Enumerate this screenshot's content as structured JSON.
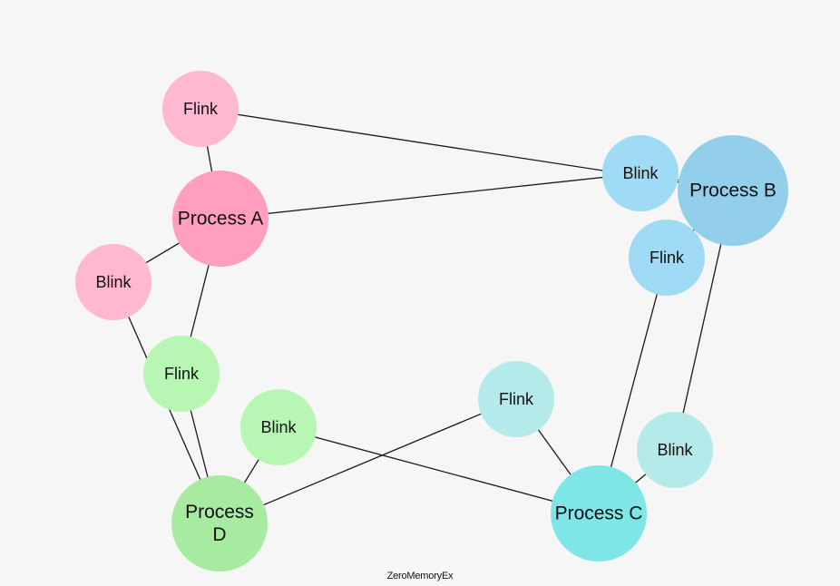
{
  "colors": {
    "background": "#f6f6f6",
    "process_a": "#ff9ebe",
    "process_a_links": "#ffb8d2",
    "process_b": "#93cfea",
    "process_b_links": "#a0dbf6",
    "process_c": "#7fe6e7",
    "process_c_links": "#b5eaea",
    "process_d": "#a7eba1",
    "process_d_links": "#b8f6b4",
    "edge": "#1a1a1a"
  },
  "nodes": [
    {
      "id": "process-a",
      "label": [
        "Process A"
      ],
      "color_key": "process_a"
    },
    {
      "id": "process-a-flink",
      "label": [
        "Flink"
      ],
      "color_key": "process_a_links"
    },
    {
      "id": "process-a-blink",
      "label": [
        "Blink"
      ],
      "color_key": "process_a_links"
    },
    {
      "id": "process-b",
      "label": [
        "Process B"
      ],
      "color_key": "process_b"
    },
    {
      "id": "process-b-blink",
      "label": [
        "Blink"
      ],
      "color_key": "process_b_links"
    },
    {
      "id": "process-b-flink",
      "label": [
        "Flink"
      ],
      "color_key": "process_b_links"
    },
    {
      "id": "process-c",
      "label": [
        "Process C"
      ],
      "color_key": "process_c"
    },
    {
      "id": "process-c-flink",
      "label": [
        "Flink"
      ],
      "color_key": "process_c_links"
    },
    {
      "id": "process-c-blink",
      "label": [
        "Blink"
      ],
      "color_key": "process_c_links"
    },
    {
      "id": "process-d",
      "label": [
        "Process",
        "D"
      ],
      "color_key": "process_d"
    },
    {
      "id": "process-d-flink",
      "label": [
        "Flink"
      ],
      "color_key": "process_d_links"
    },
    {
      "id": "process-d-blink",
      "label": [
        "Blink"
      ],
      "color_key": "process_d_links"
    }
  ],
  "edges": [
    [
      "process-a-flink",
      "process-a"
    ],
    [
      "process-a-flink",
      "process-b"
    ],
    [
      "process-a",
      "process-b-blink"
    ],
    [
      "process-a",
      "process-a-blink"
    ],
    [
      "process-a",
      "process-d-flink"
    ],
    [
      "process-a-blink",
      "process-d"
    ],
    [
      "process-b-blink",
      "process-b"
    ],
    [
      "process-b",
      "process-b-flink"
    ],
    [
      "process-b",
      "process-c-blink"
    ],
    [
      "process-b-flink",
      "process-c"
    ],
    [
      "process-c-flink",
      "process-c"
    ],
    [
      "process-c-flink",
      "process-d"
    ],
    [
      "process-c-blink",
      "process-c"
    ],
    [
      "process-d-blink",
      "process-c"
    ],
    [
      "process-d-flink",
      "process-d"
    ],
    [
      "process-d-blink",
      "process-d"
    ]
  ],
  "credit": "ZeroMemoryEx"
}
